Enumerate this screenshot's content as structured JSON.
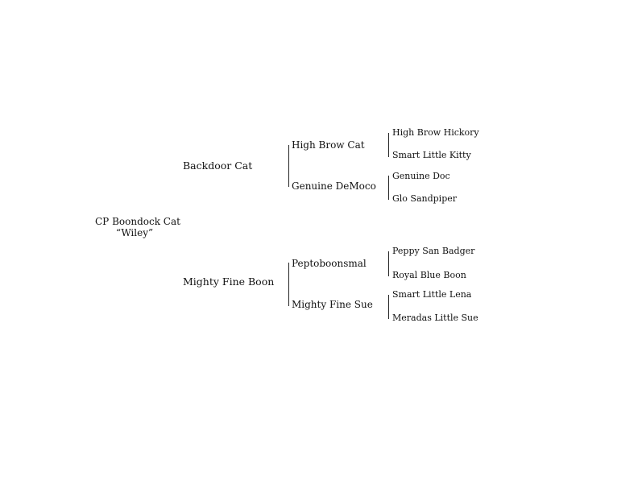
{
  "pedigree": {
    "subject": {
      "name": "CP Boondock Cat",
      "nickname": "“Wiley”"
    },
    "sire": {
      "name": "Backdoor Cat",
      "sire": {
        "name": "High Brow Cat",
        "sire": "High Brow Hickory",
        "dam": "Smart Little Kitty"
      },
      "dam": {
        "name": "Genuine DeMoco",
        "sire": "Genuine Doc",
        "dam": "Glo Sandpiper"
      }
    },
    "dam": {
      "name": "Mighty Fine Boon",
      "sire": {
        "name": "Peptoboonsmal",
        "sire": "Peppy San Badger",
        "dam": "Royal Blue Boon"
      },
      "dam": {
        "name": "Mighty Fine Sue",
        "sire": "Smart Little Lena",
        "dam": "Meradas Little Sue"
      }
    }
  }
}
